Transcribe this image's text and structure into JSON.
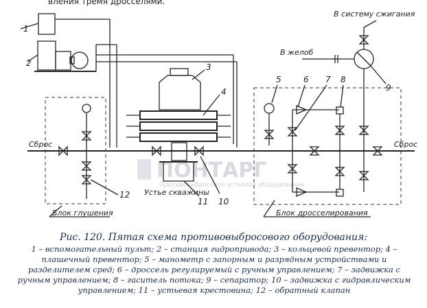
{
  "header_fragment": "вления тремя дросселями.",
  "labels": {
    "to_flare": "В систему сжигания",
    "to_trough": "В желоб",
    "discharge_left": "Сброс",
    "discharge_right": "Сброс",
    "wellhead": "Устье скважины",
    "kill_block": "Блок глушения",
    "choke_block": "Блок дросселирования"
  },
  "numbers": {
    "n1": "1",
    "n2": "2",
    "n3": "3",
    "n4": "4",
    "n5": "5",
    "n6": "6",
    "n7": "7",
    "n8": "8",
    "n9": "9",
    "n10": "10",
    "n11": "11",
    "n12": "12"
  },
  "watermark": "ПОНТАРГ",
  "watermark_sub": "Противовыбросовое устьевое оборудование",
  "caption": {
    "title": "Рис. 120. Пятая схема противовыбросового оборудования:",
    "body": "1 – вспомогательный пульт; 2 – станция гидропривода; 3 – кольцевой превентор; 4 – плашечный превентор; 5 – манометр с запорным и разрядным устройствами и разделителем сред; 6 – дроссель регулируемый с ручным управлением; 7 – задвижка с ручным управлением; 8 – гаситель потока; 9 – сепаратор; 10 – задвижка с гидравлическим управлением; 11 – устьевая крестовина; 12 – обратный клапан"
  }
}
